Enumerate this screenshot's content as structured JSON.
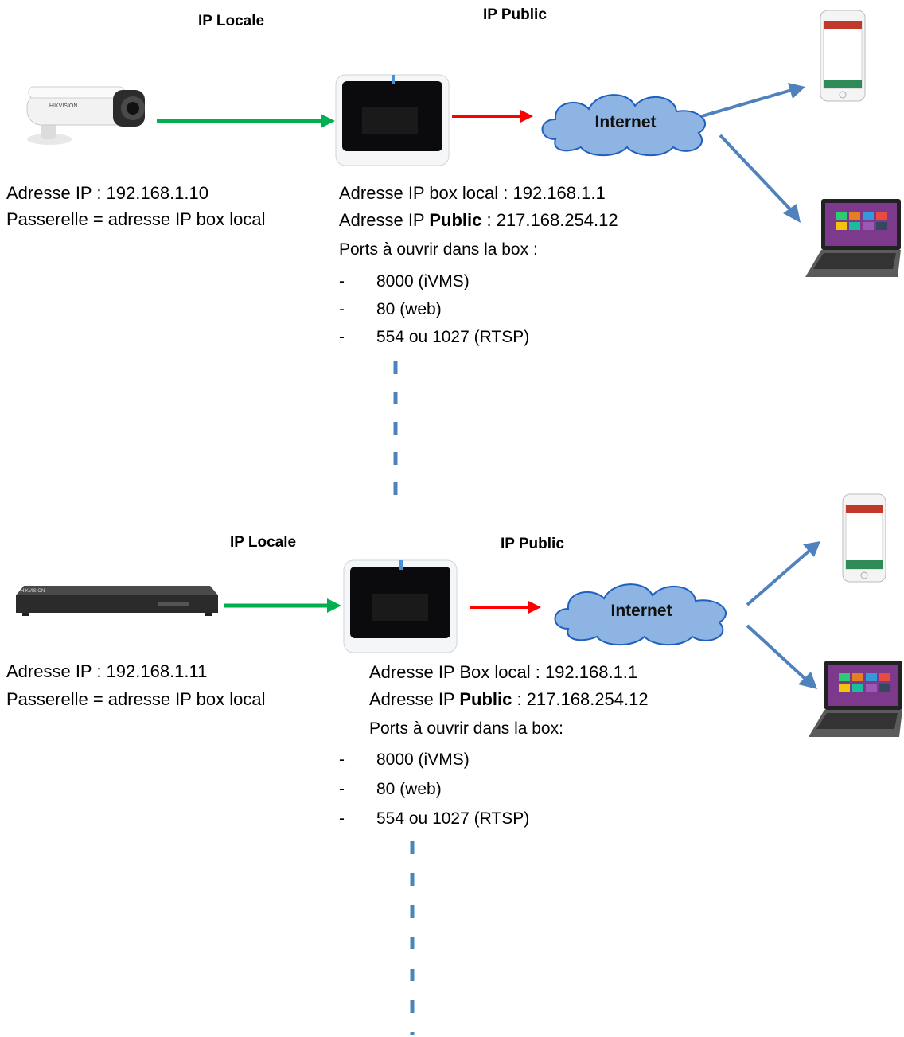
{
  "section1": {
    "label_local": "IP Locale",
    "label_public": "IP Public",
    "cloud_label": "Internet",
    "camera_ip": "Adresse IP : 192.168.1.10",
    "camera_gateway": "Passerelle = adresse IP box local",
    "box_local_prefix": "Adresse IP box local : ",
    "box_local_value": "192.168.1.1",
    "box_public_prefix": "Adresse IP ",
    "box_public_bold": "Public",
    "box_public_suffix": " : 217.168.254.12",
    "ports_title": "Ports à ouvrir dans la box :",
    "ports": [
      "8000 (iVMS)",
      "80 (web)",
      "554 ou 1027 (RTSP)"
    ]
  },
  "section2": {
    "label_local": "IP Locale",
    "label_public": "IP Public",
    "cloud_label": "Internet",
    "nvr_ip": "Adresse IP : 192.168.1.11",
    "nvr_gateway": "Passerelle = adresse IP box local",
    "box_local_prefix": "Adresse IP Box local : ",
    "box_local_value": "192.168.1.1",
    "box_public_prefix": "Adresse IP ",
    "box_public_bold": "Public",
    "box_public_suffix": " : 217.168.254.12",
    "ports_title": "Ports à ouvrir  dans la box:",
    "ports": [
      "8000 (iVMS)",
      "80 (web)",
      "554 ou 1027 (RTSP)"
    ]
  },
  "list_dash": "-",
  "colors": {
    "green_arrow": "#00b050",
    "red_arrow": "#ff0000",
    "blue_arrow": "#4f81bd",
    "cloud_fill": "#8db4e2",
    "cloud_stroke": "#1f5fbf"
  },
  "icons": [
    "ip-camera-icon",
    "internet-box-icon",
    "cloud-icon",
    "smartphone-icon",
    "laptop-icon",
    "nvr-recorder-icon"
  ]
}
